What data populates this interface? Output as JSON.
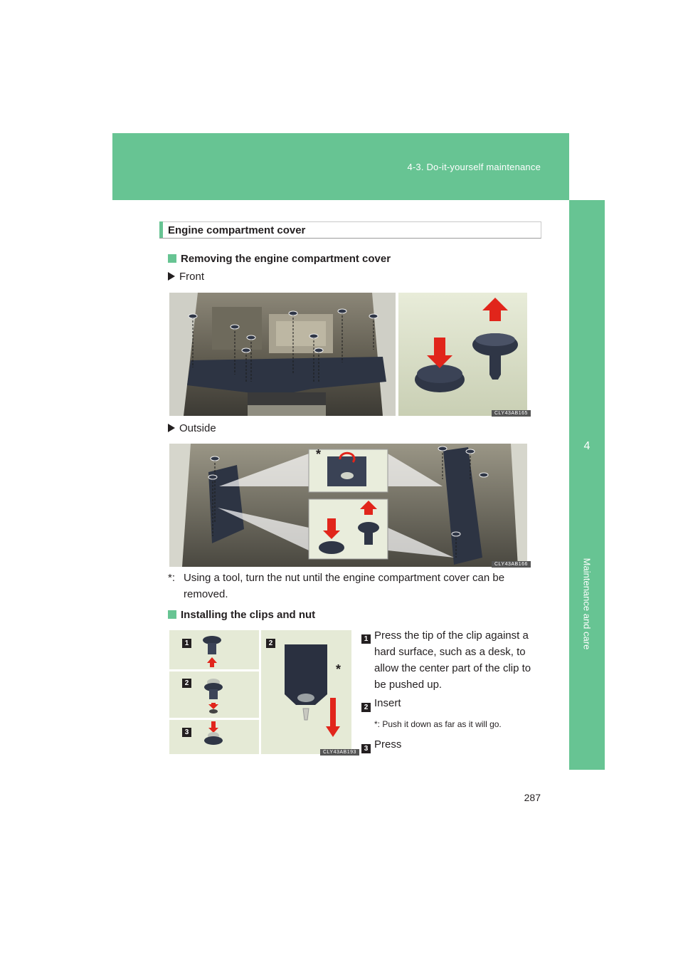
{
  "header": {
    "section": "4-3. Do-it-yourself maintenance"
  },
  "side_tab": {
    "number": "4",
    "label": "Maintenance and care"
  },
  "section_title": "Engine compartment cover",
  "removing": {
    "heading": "Removing the engine compartment cover",
    "front_label": "Front",
    "front_code": "CLY43AB165",
    "outside_label": "Outside",
    "outside_code": "CLY43AB166",
    "asterisk": "*",
    "footnote_mark": "*:",
    "footnote_text": "Using a tool, turn the nut until the engine compartment cover can be removed."
  },
  "installing": {
    "heading": "Installing the clips and nut",
    "code": "CLY43AB193",
    "asterisk": "*",
    "steps": [
      {
        "num": "1",
        "text": "Press the tip of the clip against a hard surface, such as a desk, to allow the center part of the clip to be pushed up."
      },
      {
        "num": "2",
        "text": "Insert",
        "note": "*: Push it down as far as it will go."
      },
      {
        "num": "3",
        "text": "Press"
      }
    ],
    "figure_labels": [
      "1",
      "2",
      "3",
      "2"
    ]
  },
  "page_number": "287"
}
